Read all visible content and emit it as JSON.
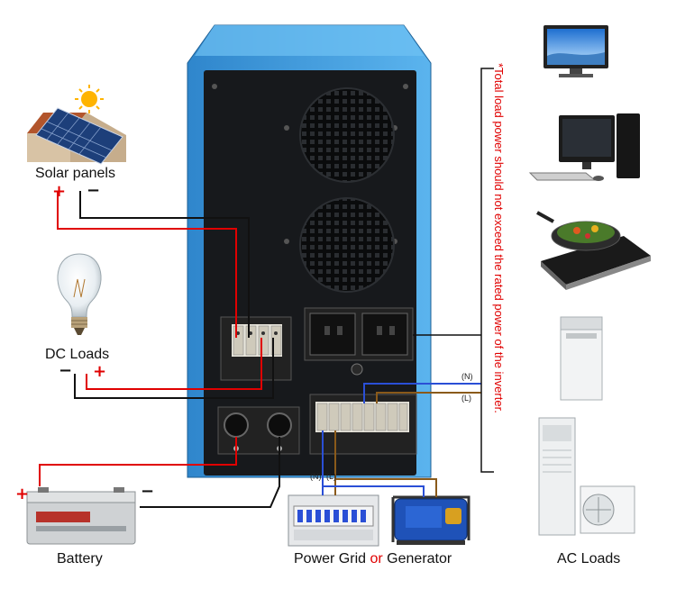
{
  "labels": {
    "solar": "Solar panels",
    "dc_loads": "DC Loads",
    "battery": "Battery",
    "power_grid": "Power Grid",
    "or_word": "or",
    "generator": "Generator",
    "ac_loads": "AC Loads"
  },
  "polarity": {
    "plus": "+",
    "minus": "−"
  },
  "wire_tags": {
    "neutral": "(N)",
    "live": "(L)"
  },
  "note": "*Total load power should not exceed the rated power of the inverter.",
  "colors": {
    "red_wire": "#e00000",
    "black_wire": "#111111",
    "blue_wire": "#2a4fd6",
    "brown_wire": "#8a5a1a",
    "inverter_body": "#4aa3e4",
    "inverter_panel": "#17191c",
    "note_text": "#e00000",
    "or_text": "#e00000"
  }
}
